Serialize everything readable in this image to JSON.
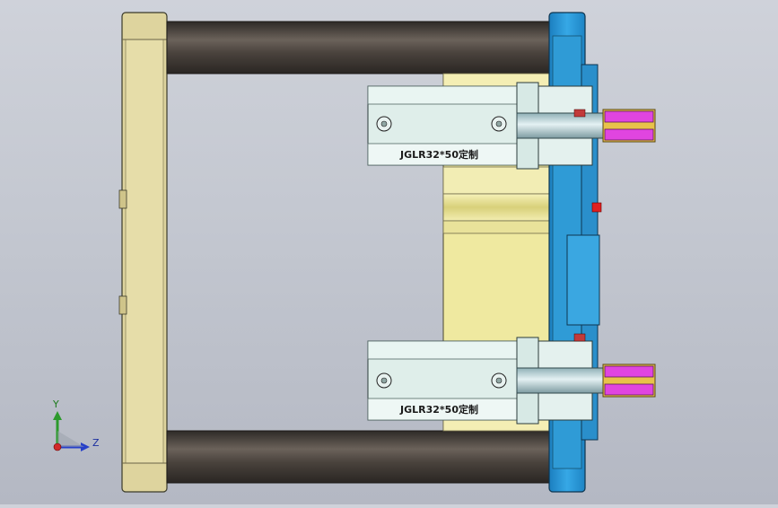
{
  "scene": {
    "cylinder_top_label": "JGLR32*50定制",
    "cylinder_bottom_label": "JGLR32*50定制",
    "colors": {
      "background_top": "#cfd2da",
      "background_bottom": "#b4b8c3",
      "left_plate": "#ded49e",
      "right_plate": "#2f9bd6",
      "guide_rod": "#4b4540",
      "center_block": "#efe9a0",
      "cylinder_body": "#dfeeea",
      "piston_rod": "#b9d3d8",
      "clamp_jaw": "#e045e0"
    }
  },
  "triad": {
    "y_label": "Y",
    "z_label": "Z"
  }
}
